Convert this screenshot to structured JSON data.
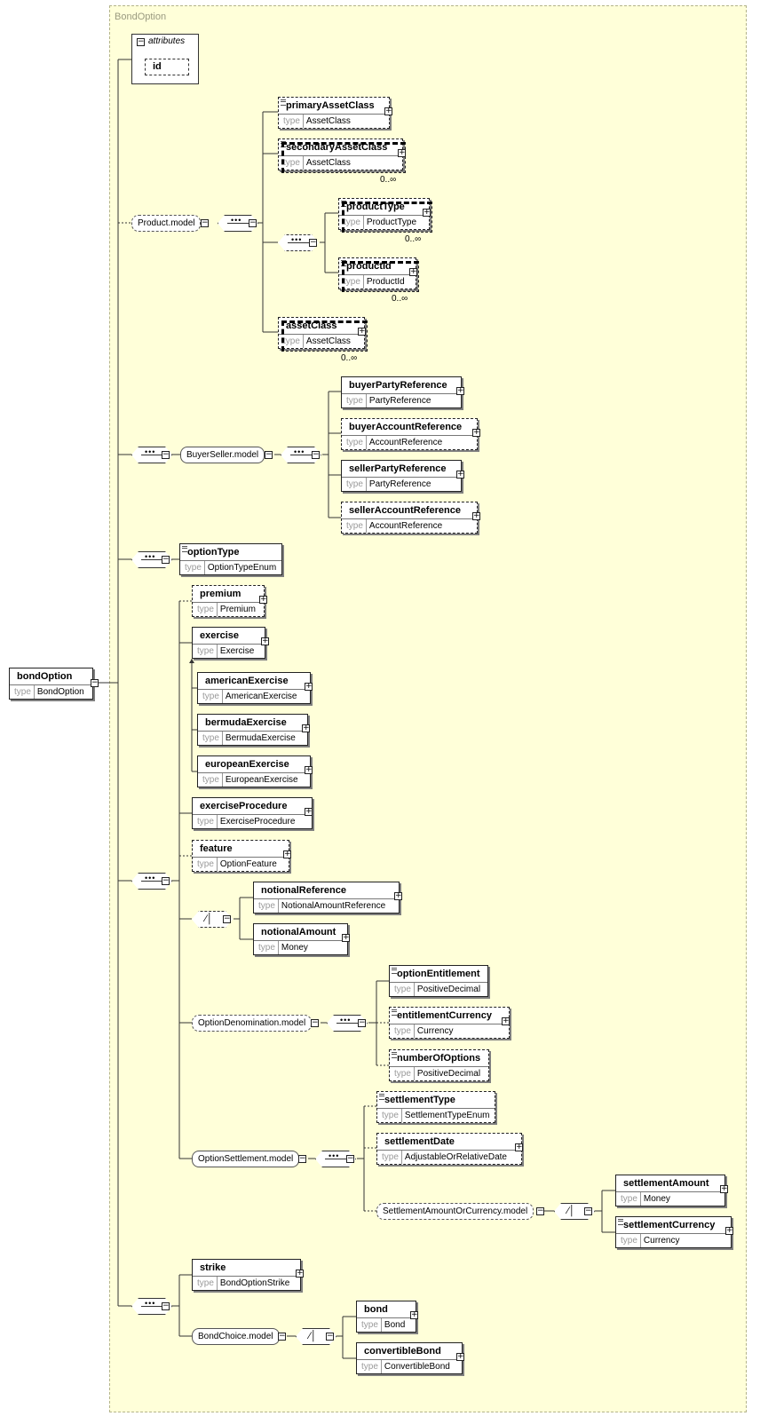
{
  "title": "BondOption",
  "root": {
    "name": "bondOption",
    "type_label": "type",
    "type": "BondOption"
  },
  "attributes": {
    "label": "attributes",
    "items": [
      "id"
    ]
  },
  "groups": {
    "product_model": "Product.model",
    "buyer_seller_model": "BuyerSeller.model",
    "option_denomination_model": "OptionDenomination.model",
    "option_settlement_model": "OptionSettlement.model",
    "settlement_amount_or_currency_model": "SettlementAmountOrCurrency.model",
    "bond_choice_model": "BondChoice.model"
  },
  "multiplicity": "0..∞",
  "elements": [
    {
      "name": "primaryAssetClass",
      "type": "AssetClass"
    },
    {
      "name": "secondaryAssetClass",
      "type": "AssetClass"
    },
    {
      "name": "productType",
      "type": "ProductType"
    },
    {
      "name": "productId",
      "type": "ProductId"
    },
    {
      "name": "assetClass",
      "type": "AssetClass"
    },
    {
      "name": "buyerPartyReference",
      "type": "PartyReference"
    },
    {
      "name": "buyerAccountReference",
      "type": "AccountReference"
    },
    {
      "name": "sellerPartyReference",
      "type": "PartyReference"
    },
    {
      "name": "sellerAccountReference",
      "type": "AccountReference"
    },
    {
      "name": "optionType",
      "type": "OptionTypeEnum"
    },
    {
      "name": "premium",
      "type": "Premium"
    },
    {
      "name": "exercise",
      "type": "Exercise"
    },
    {
      "name": "americanExercise",
      "type": "AmericanExercise"
    },
    {
      "name": "bermudaExercise",
      "type": "BermudaExercise"
    },
    {
      "name": "europeanExercise",
      "type": "EuropeanExercise"
    },
    {
      "name": "exerciseProcedure",
      "type": "ExerciseProcedure"
    },
    {
      "name": "feature",
      "type": "OptionFeature"
    },
    {
      "name": "notionalReference",
      "type": "NotionalAmountReference"
    },
    {
      "name": "notionalAmount",
      "type": "Money"
    },
    {
      "name": "optionEntitlement",
      "type": "PositiveDecimal"
    },
    {
      "name": "entitlementCurrency",
      "type": "Currency"
    },
    {
      "name": "numberOfOptions",
      "type": "PositiveDecimal"
    },
    {
      "name": "settlementType",
      "type": "SettlementTypeEnum"
    },
    {
      "name": "settlementDate",
      "type": "AdjustableOrRelativeDate"
    },
    {
      "name": "settlementAmount",
      "type": "Money"
    },
    {
      "name": "settlementCurrency",
      "type": "Currency"
    },
    {
      "name": "strike",
      "type": "BondOptionStrike"
    },
    {
      "name": "bond",
      "type": "Bond"
    },
    {
      "name": "convertibleBond",
      "type": "ConvertibleBond"
    }
  ]
}
